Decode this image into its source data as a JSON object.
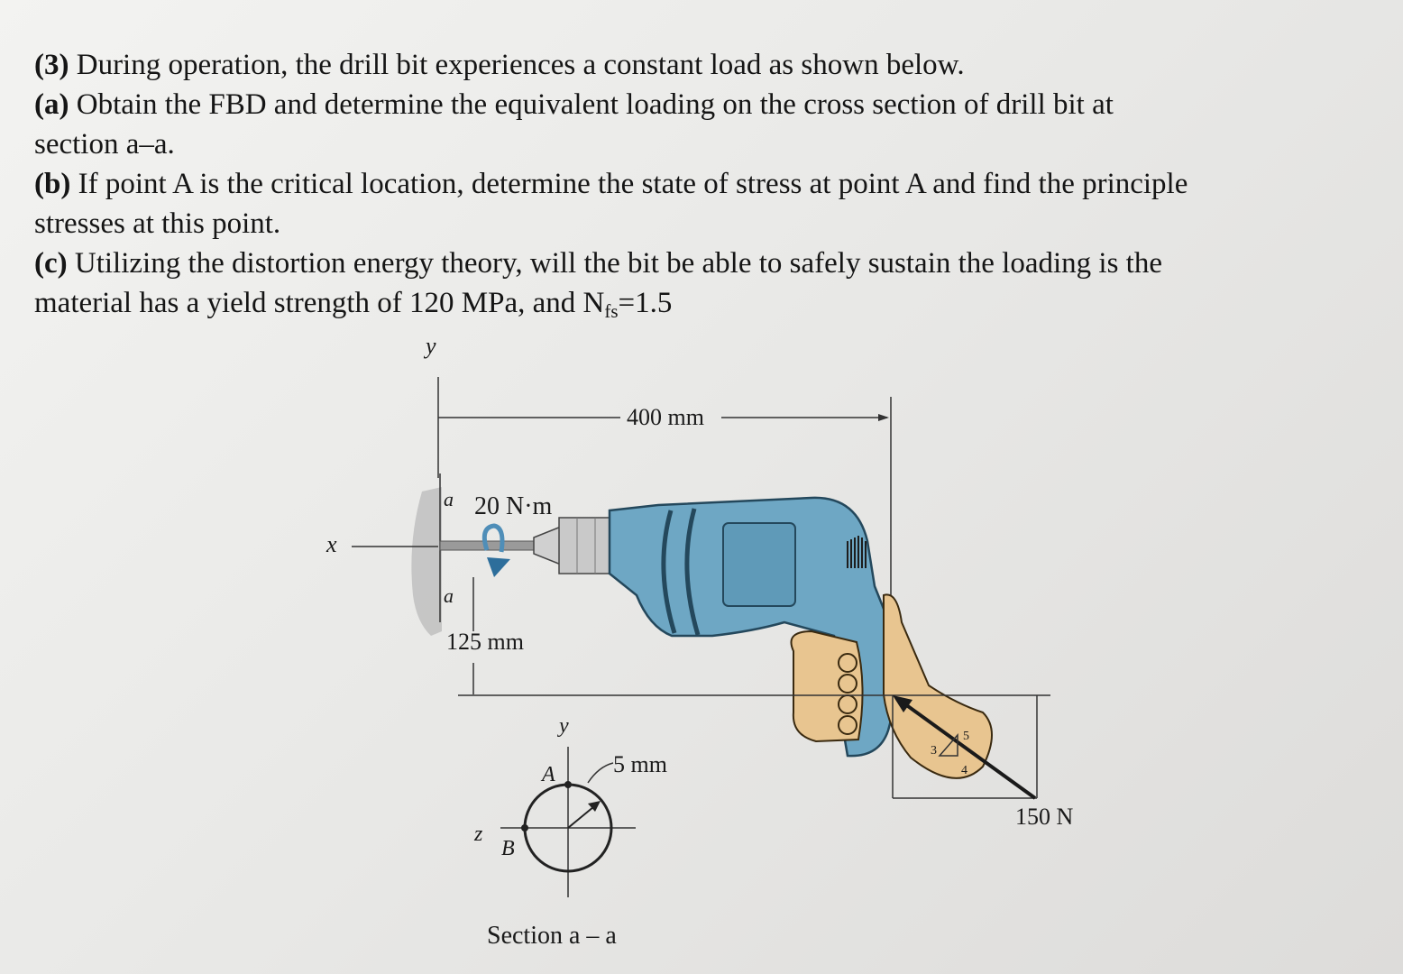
{
  "problem": {
    "number": "(3)",
    "intro": "During operation, the drill bit experiences a constant load as shown below.",
    "parts": [
      {
        "label": "(a)",
        "text_line1": "Obtain the FBD and determine the equivalent loading on the cross section of drill bit at",
        "text_line2": "section a–a."
      },
      {
        "label": "(b)",
        "text_line1": "If point A is the critical location, determine the state of stress at point A and find the principle",
        "text_line2": "stresses at this point."
      },
      {
        "label": "(c)",
        "text_line1": "Utilizing the distortion energy theory, will the bit be able to safely sustain the loading is the",
        "text_line2_pre": "material has a yield strength of 120 MPa, and N",
        "text_line2_sub": "fs",
        "text_line2_post": "=1.5"
      }
    ]
  },
  "figure": {
    "axis_y_top": "y",
    "axis_x": "x",
    "dim_400": "400 mm",
    "dim_125": "125 mm",
    "dim_5": "5 mm",
    "section_mark_top": "a",
    "section_mark_bottom": "a",
    "torque_label": "20 N·m",
    "slope_5": "5",
    "slope_3": "3",
    "slope_4": "4",
    "force_label": "150 N",
    "section_axis_y": "y",
    "section_axis_z": "z",
    "point_A": "A",
    "point_B": "B",
    "section_caption": "Section a – a",
    "colors": {
      "drill_body": "#6ea7c4",
      "drill_dark": "#2d5a73",
      "hand_skin": "#e8c590",
      "chuck_metal": "#c9c9c9"
    }
  }
}
